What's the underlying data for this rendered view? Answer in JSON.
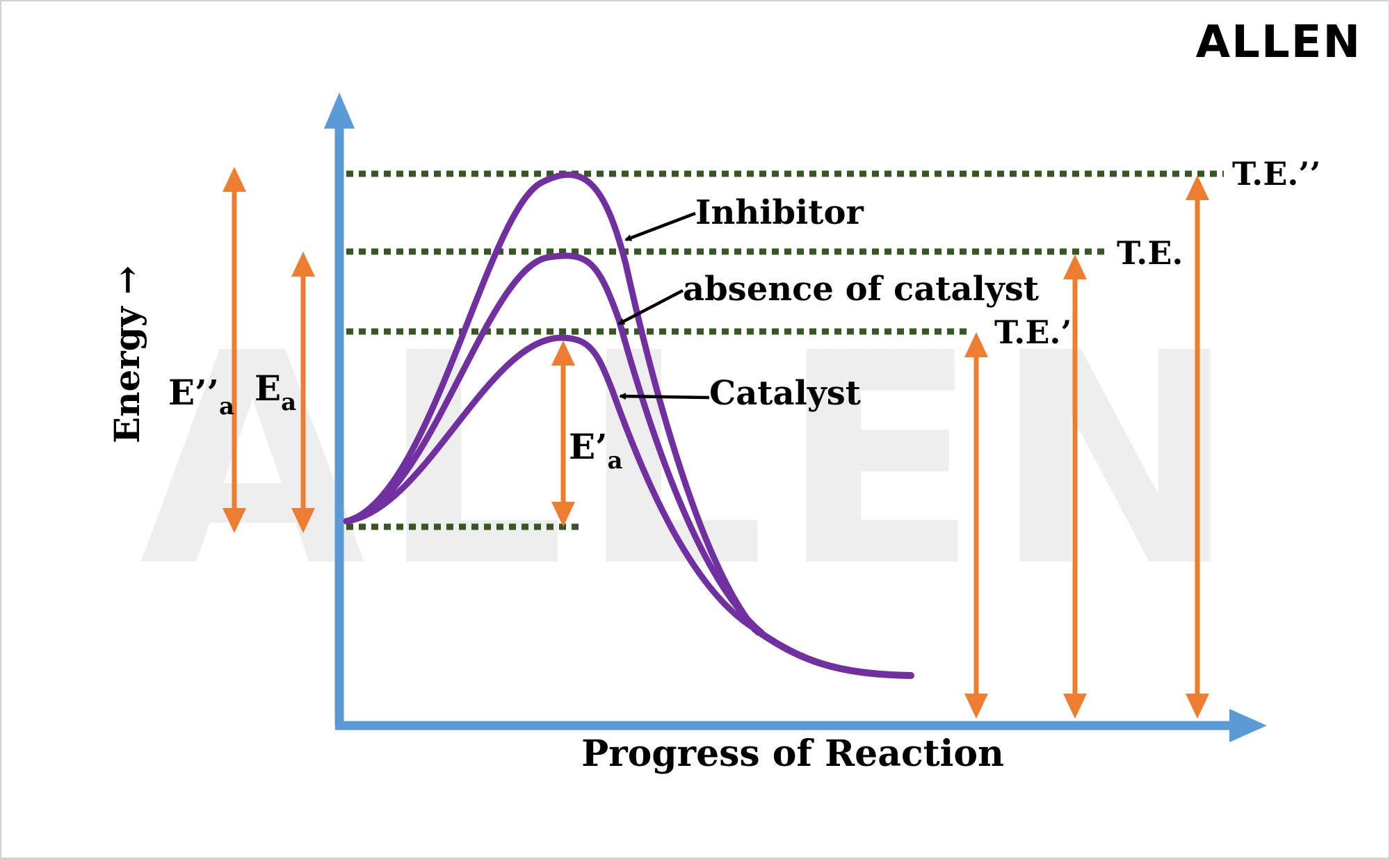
{
  "brand": {
    "logo_text": "ALLEN",
    "watermark_text": "ALLEN"
  },
  "axes": {
    "y_label": "Energy →",
    "x_label": "Progress of Reaction"
  },
  "curves": {
    "inhibitor": "Inhibitor",
    "uncatalysed": "absence of catalyst",
    "catalyst": "Catalyst"
  },
  "levels": {
    "te_inhibitor": "T.E.’’",
    "te": "T.E.",
    "te_catalyst": "T.E.’"
  },
  "energies": {
    "ea_inhibitor": {
      "main": "E’’",
      "sub": "a"
    },
    "ea": {
      "main": "E",
      "sub": "a"
    },
    "ea_catalyst": {
      "main": "E’",
      "sub": "a"
    }
  },
  "colors": {
    "axis": "#5b9bd5",
    "curve": "#7030a0",
    "arrow": "#ed7d31",
    "dotted": "#375623",
    "text": "#000000",
    "watermark": "#d9d9d9"
  }
}
